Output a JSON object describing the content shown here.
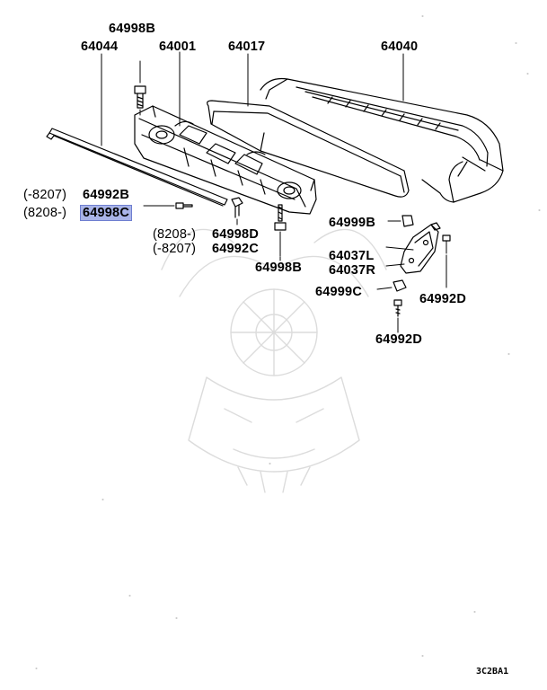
{
  "labels": {
    "p64998B_top": "64998B",
    "p64044": "64044",
    "p64001": "64001",
    "p64017": "64017",
    "p64040": "64040",
    "range_8207_left": "(-8207)",
    "p64992B": "64992B",
    "range_8208_left": "(8208-)",
    "p64998C": "64998C",
    "range_8208_mid": "(8208-)",
    "p64998D": "64998D",
    "range_8207_mid": "(-8207)",
    "p64992C": "64992C",
    "p64998B_bottom": "64998B",
    "p64999B": "64999B",
    "p64037L": "64037L",
    "p64037R": "64037R",
    "p64999C": "64999C",
    "p64992D_right": "64992D",
    "p64992D_bottom": "64992D"
  },
  "diagram_code": "3C2BA1",
  "highlight_color": "#a9b4e8",
  "watermark_color": "#d8d8d8"
}
